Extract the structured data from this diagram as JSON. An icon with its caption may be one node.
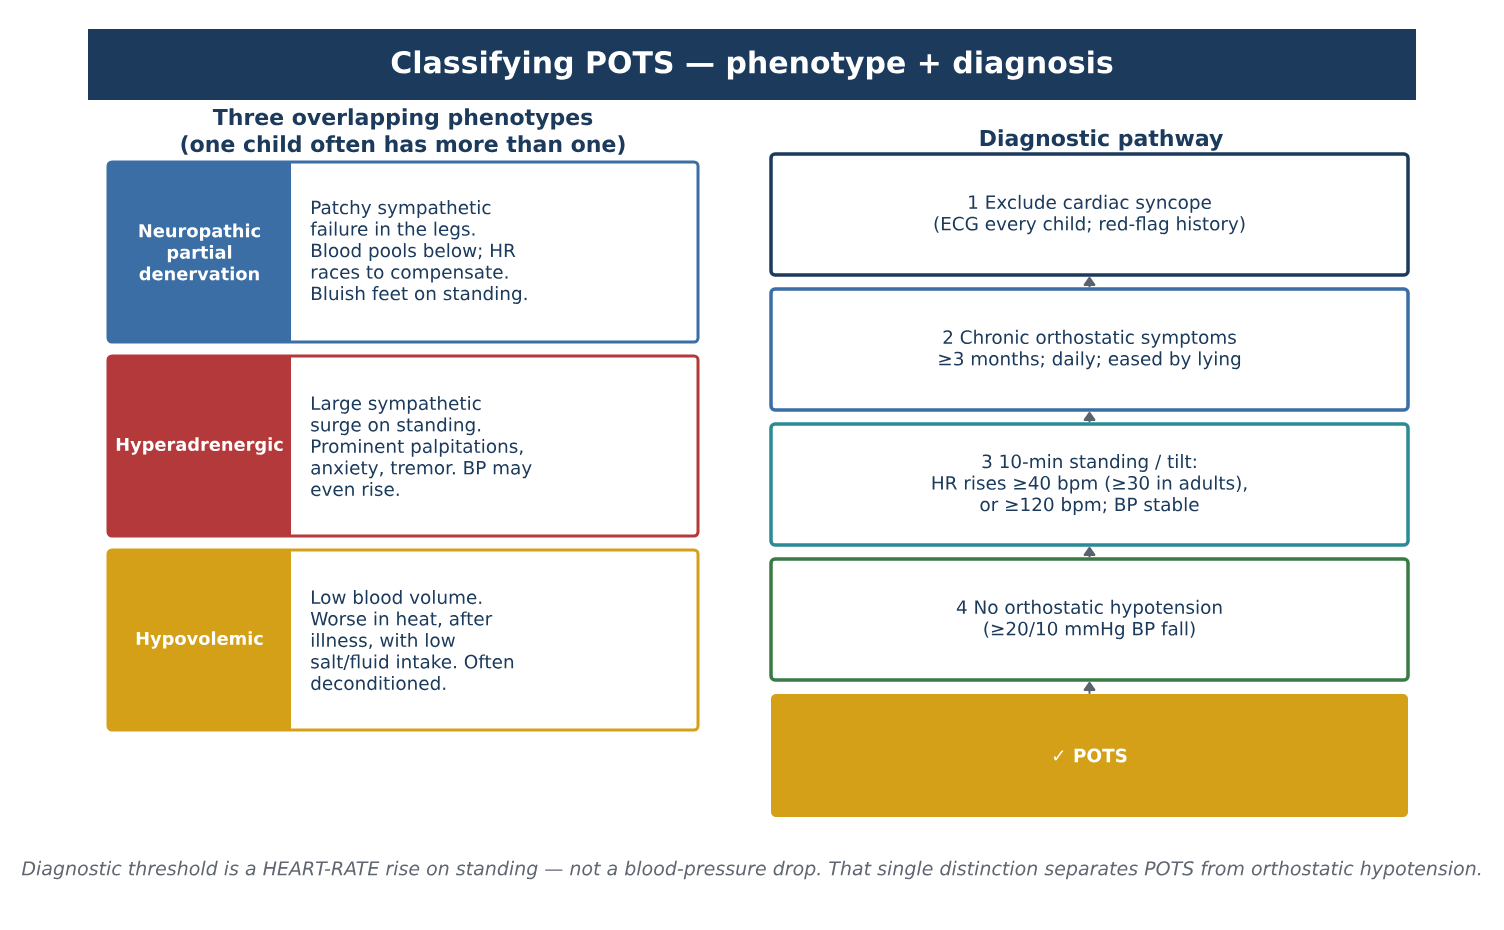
{
  "diagram": {
    "title": "Classifying POTS — phenotype + diagnosis",
    "caption": "Diagnostic threshold is a HEART-RATE rise on standing — not a blood-pressure drop. That single distinction separates POTS from orthostatic hypotension.",
    "nodes": [
      {
        "text": [
          "Neuropathic partial denervation",
          "Patchy sympathetic failure in the legs. Blood pools below; HR races to compensate. Bluish feet on standing."
        ]
      },
      {
        "text": [
          "Hyperadrenergic",
          "Large sympathetic surge on standing. Prominent palpitations, anxiety, tremor. BP may even rise."
        ]
      },
      {
        "text": [
          "Hypovolemic",
          "Low blood volume. Worse in heat, after illness, with low salt/fluid intake. Often deconditioned."
        ]
      },
      {
        "text": [
          "1 Exclude cardiac syncope",
          "(ECG every child; red-flag history)"
        ]
      },
      {
        "text": [
          "2 Chronic orthostatic symptoms",
          "≥3 months; daily; eased by lying"
        ]
      },
      {
        "text": [
          "3 10-min standing / tilt:",
          "HR rises ≥40 bpm (≥30 in adults), or ≥120 bpm; BP stable"
        ]
      },
      {
        "text": [
          "4 No orthostatic hypotension",
          "(≥20/10 mmHg BP fall)"
        ]
      },
      {
        "text": [
          "✓ POTS"
        ]
      }
    ],
    "edges": [
      {
        "from": 4,
        "to": 3,
        "arrow": "to"
      },
      {
        "from": 5,
        "to": 4,
        "arrow": "to"
      },
      {
        "from": 6,
        "to": 5,
        "arrow": "to"
      },
      {
        "from": 7,
        "to": 6,
        "arrow": "to"
      }
    ],
    "labels": [
      "Three overlapping phenotypes",
      "(one child often has more than one)",
      "Diagnostic pathway"
    ]
  }
}
